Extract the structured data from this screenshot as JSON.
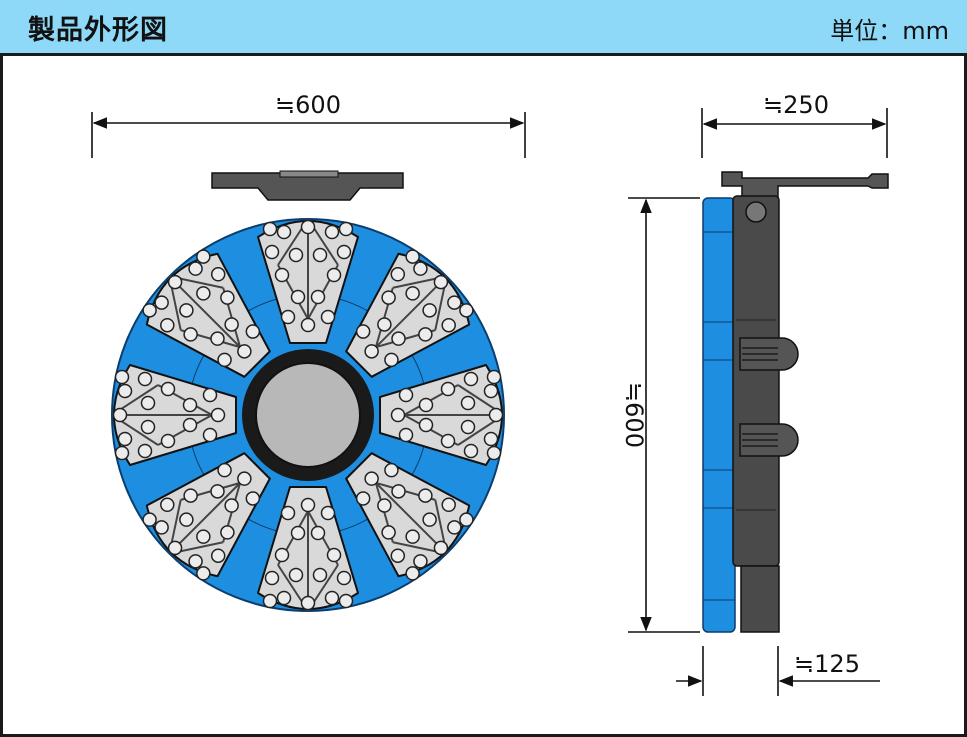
{
  "header": {
    "title": "製品外形図",
    "unit": "単位：mm"
  },
  "dimensions": {
    "front_width": "≒600",
    "side_width": "≒250",
    "side_height": "≒600",
    "side_depth": "≒125"
  },
  "colors": {
    "header_bg": "#8ed8f8",
    "product_blue": "#1e8fe0",
    "plate_gray": "#d9d9d9",
    "body_dark": "#4a4a4a"
  }
}
